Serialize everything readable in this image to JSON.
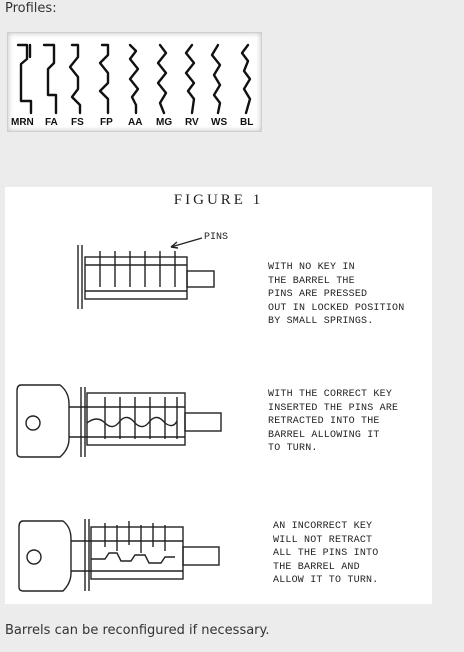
{
  "page": {
    "heading": "Profiles:",
    "footer": "Barrels can be reconfigured if necessary."
  },
  "profiles": {
    "labels": [
      "MRN",
      "FA",
      "FS",
      "FP",
      "AA",
      "MG",
      "RV",
      "WS",
      "BL"
    ]
  },
  "figure": {
    "title": "FIGURE 1",
    "pins_label": "PINS",
    "captions": [
      [
        "WITH NO KEY IN",
        "THE BARREL THE",
        "PINS ARE PRESSED",
        "OUT IN LOCKED POSITION",
        "BY SMALL SPRINGS."
      ],
      [
        "WITH THE CORRECT KEY",
        "INSERTED THE PINS ARE",
        "RETRACTED INTO THE",
        "BARREL ALLOWING IT",
        "TO TURN."
      ],
      [
        "AN INCORRECT KEY",
        "WILL NOT RETRACT",
        "ALL THE PINS INTO",
        "THE BARREL AND",
        "ALLOW IT TO TURN."
      ]
    ]
  }
}
